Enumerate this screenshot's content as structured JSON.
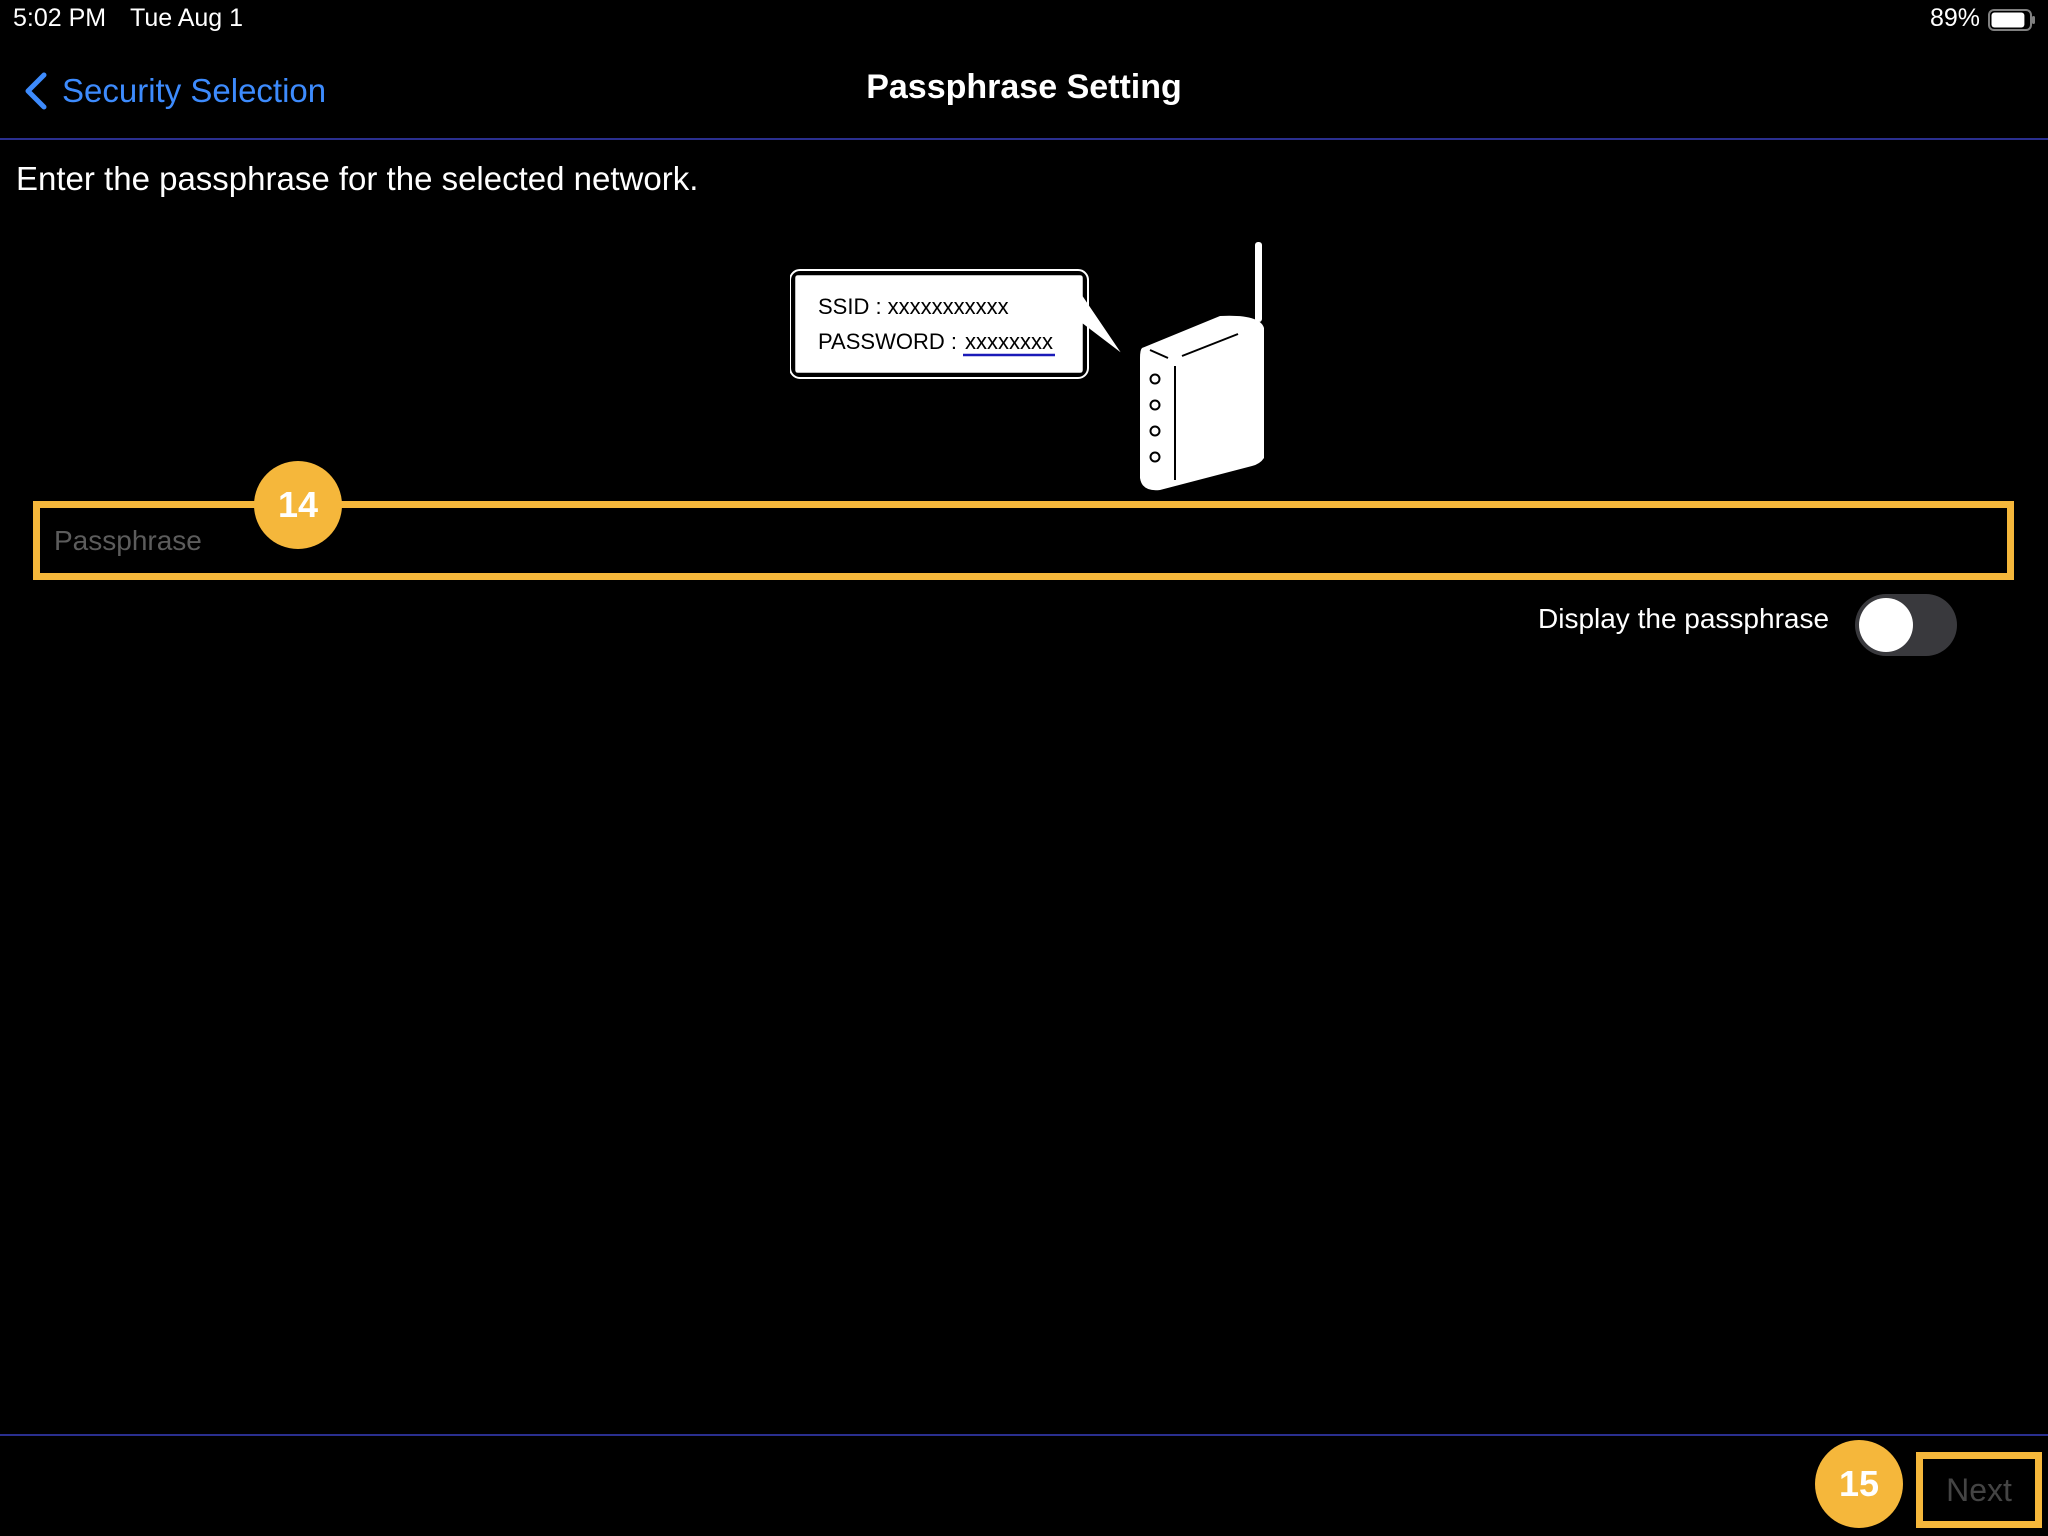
{
  "status_bar": {
    "time": "5:02 PM",
    "date": "Tue Aug 1",
    "battery_percent": "89%",
    "battery_level": 0.89
  },
  "nav": {
    "back_label": "Security Selection",
    "title": "Passphrase Setting"
  },
  "instruction": "Enter the passphrase for the selected network.",
  "illustration": {
    "ssid_line": "SSID : xxxxxxxxxxx",
    "password_label": "PASSWORD : ",
    "password_value": "xxxxxxxx"
  },
  "passphrase_field": {
    "placeholder": "Passphrase",
    "value": ""
  },
  "display_toggle": {
    "label": "Display the passphrase",
    "on": false
  },
  "next_button": {
    "label": "Next",
    "enabled": false
  },
  "badges": {
    "field": "14",
    "next": "15"
  },
  "colors": {
    "accent_blue": "#3d8bfd",
    "highlight_orange": "#f5b73b",
    "divider": "#2a2f8f",
    "background": "#000000"
  }
}
